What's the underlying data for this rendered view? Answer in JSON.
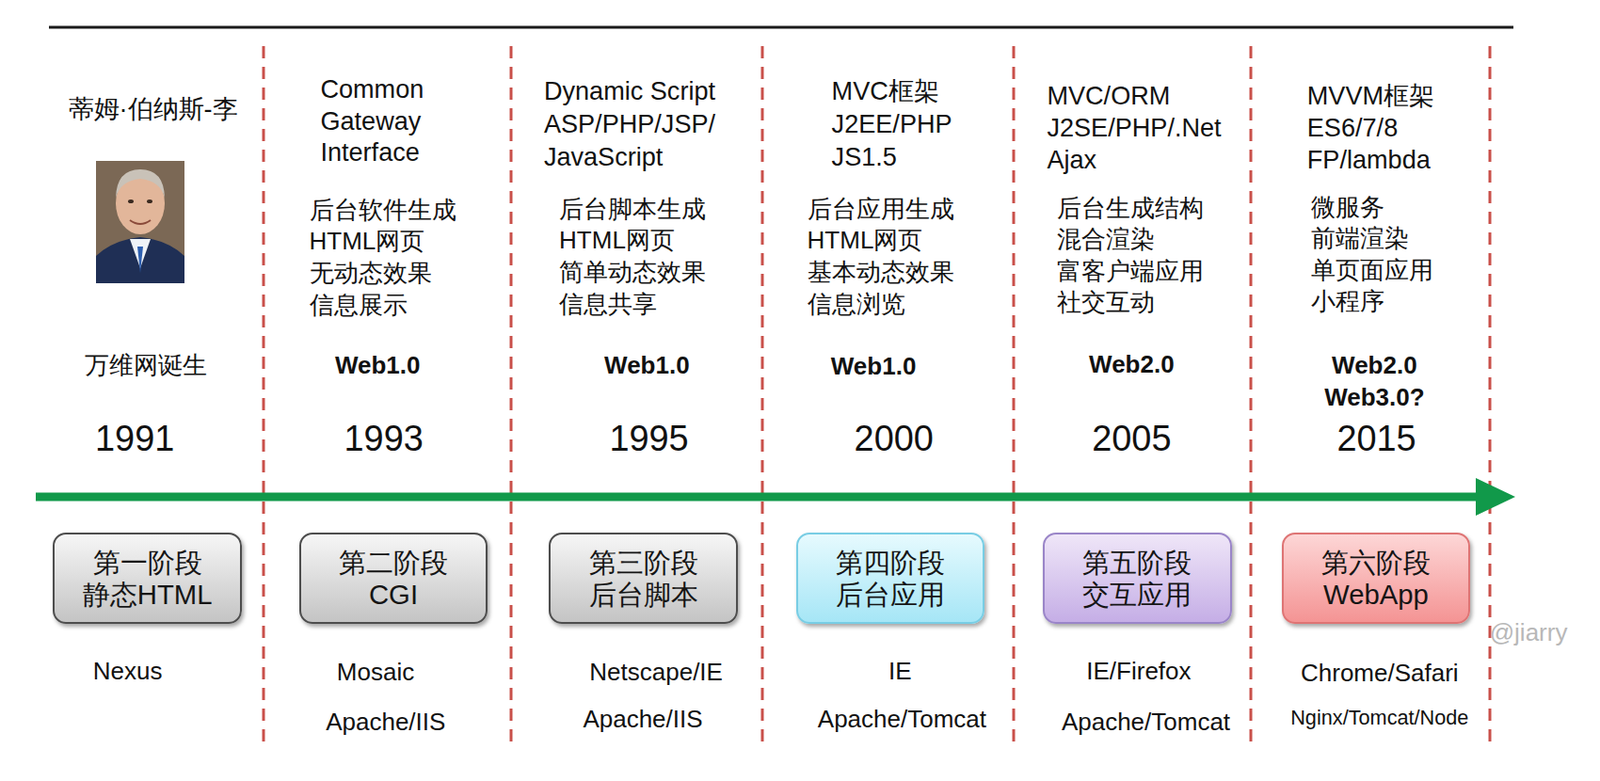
{
  "diagram": {
    "nodes": [
      {
        "text": [
          "第一阶段",
          "静态HTML"
        ]
      },
      {
        "text": [
          "第二阶段",
          "CGI"
        ]
      },
      {
        "text": [
          "第三阶段",
          "后台脚本"
        ]
      },
      {
        "text": [
          "第四阶段",
          "后台应用"
        ]
      },
      {
        "text": [
          "第五阶段",
          "交互应用"
        ]
      },
      {
        "text": [
          "第六阶段",
          "WebApp"
        ]
      }
    ],
    "labels": [
      "蒂姆·伯纳斯-李",
      "万维网诞生",
      "1991",
      "Nexus",
      "Common",
      "Gateway",
      "Interface",
      "后台软件生成",
      "HTML网页",
      "无动态效果",
      "信息展示",
      "Web1.0",
      "1993",
      "Mosaic",
      "Apache/IIS",
      "Dynamic Script",
      "ASP/PHP/JSP/",
      "JavaScript",
      "后台脚本生成",
      "HTML网页",
      "简单动态效果",
      "信息共享",
      "Web1.0",
      "1995",
      "Netscape/IE",
      "Apache/IIS",
      "MVC框架",
      "J2EE/PHP",
      "JS1.5",
      "后台应用生成",
      "HTML网页",
      "基本动态效果",
      "信息浏览",
      "Web1.0",
      "2000",
      "IE",
      "Apache/Tomcat",
      "MVC/ORM",
      "J2SE/PHP/.Net",
      "Ajax",
      "后台生成结构",
      "混合渲染",
      "富客户端应用",
      "社交互动",
      "Web2.0",
      "2005",
      "IE/Firefox",
      "Apache/Tomcat",
      "MVVM框架",
      "ES6/7/8",
      "FP/lambda",
      "微服务",
      "前端渲染",
      "单页面应用",
      "小程序",
      "Web2.0",
      "Web3.0?",
      "2015",
      "Chrome/Safari",
      "Nginx/Tomcat/Node",
      "@jiarry"
    ]
  }
}
